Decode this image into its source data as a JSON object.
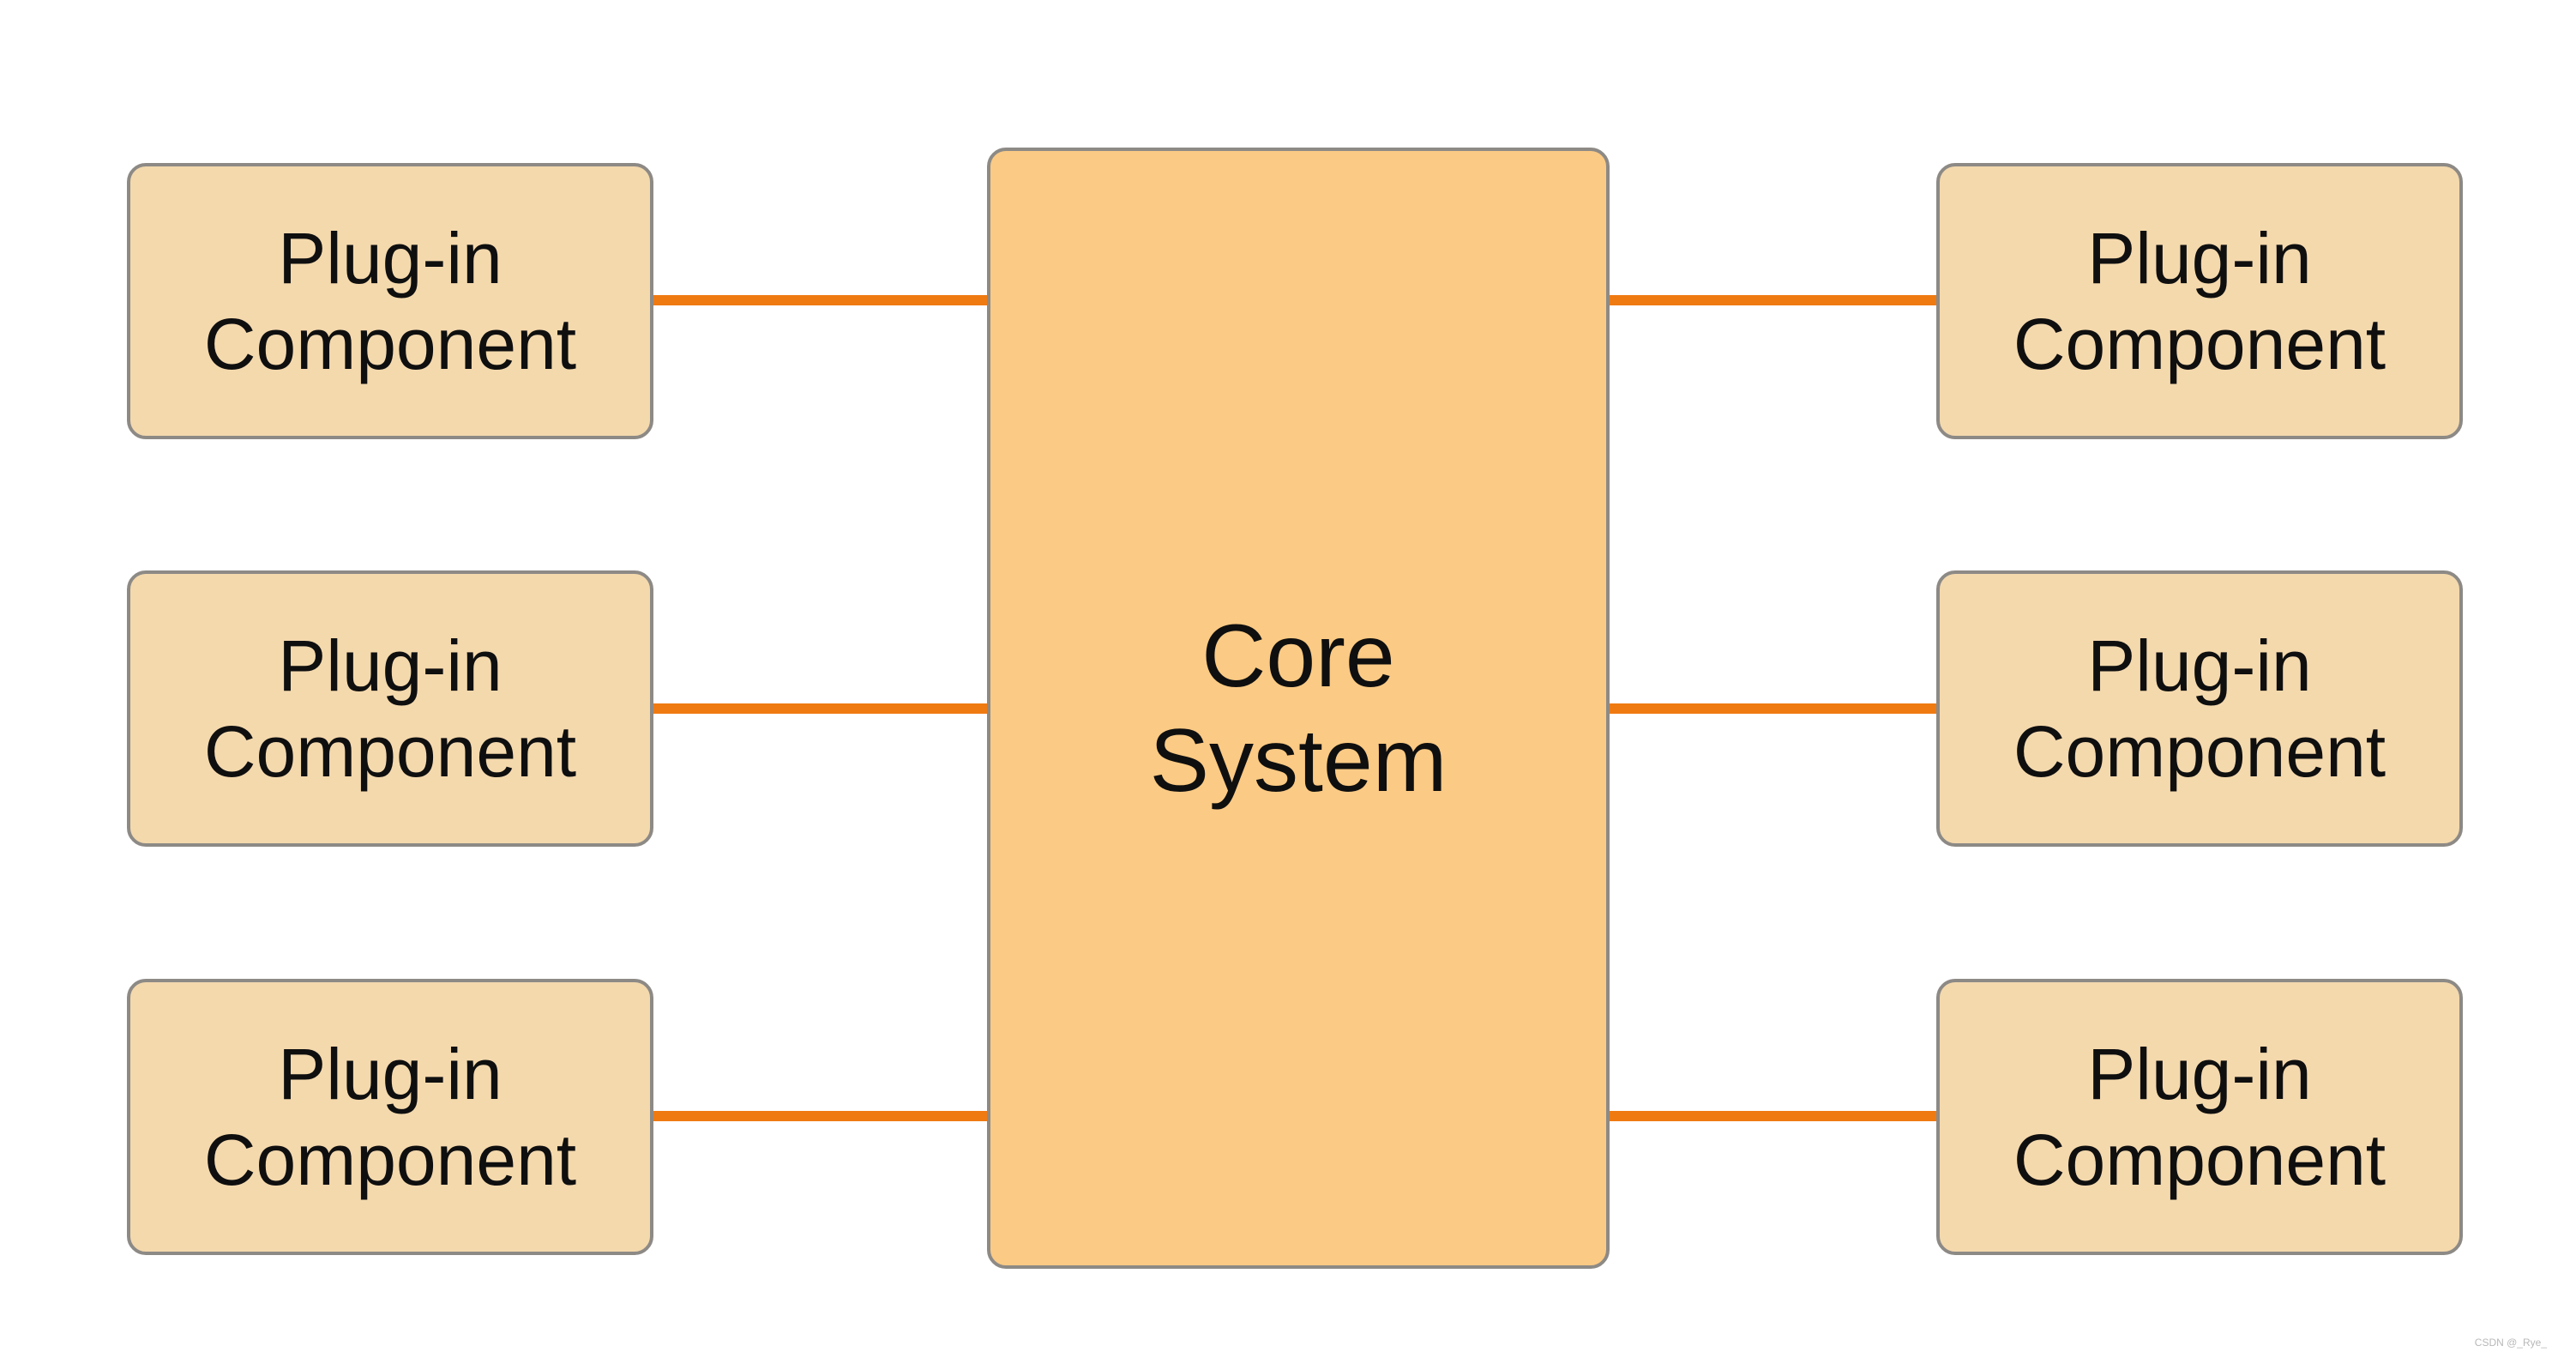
{
  "diagram": {
    "core": {
      "line1": "Core",
      "line2": "System"
    },
    "plugins": [
      {
        "line1": "Plug-in",
        "line2": "Component"
      },
      {
        "line1": "Plug-in",
        "line2": "Component"
      },
      {
        "line1": "Plug-in",
        "line2": "Component"
      },
      {
        "line1": "Plug-in",
        "line2": "Component"
      },
      {
        "line1": "Plug-in",
        "line2": "Component"
      },
      {
        "line1": "Plug-in",
        "line2": "Component"
      }
    ],
    "watermark": "CSDN @_Rye_"
  },
  "colors": {
    "plugin_fill": "#f4d9ad",
    "core_fill": "#fbca84",
    "connector": "#ef7a12",
    "border": "#8d8a86"
  }
}
